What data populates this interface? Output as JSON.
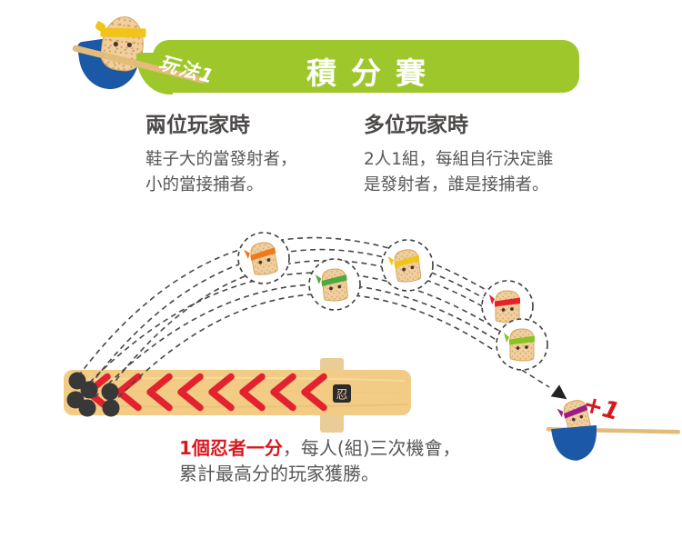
{
  "colors": {
    "banner_green": "#9EC72C",
    "bowl_blue": "#1B58A5",
    "chevron_red": "#E32230",
    "accent_red": "#D7181E",
    "wood": "#F2CB84",
    "wood_tab": "#EACD96",
    "stick_tan": "#E2BC79",
    "heading_gray": "#4C4948",
    "body_gray": "#595757",
    "headband_yellow": "#F0C419",
    "headband_orange": "#EE7A1F",
    "headband_green": "#4FA93C",
    "headband_bright_green": "#86C51F",
    "headband_red": "#E62129",
    "headband_purple": "#9C1C86"
  },
  "header": {
    "method_label": "玩法1",
    "title": "積分賽"
  },
  "sections": {
    "two_players": {
      "heading": "兩位玩家時",
      "body": "鞋子大的當發射者，\n小的當接捕者。"
    },
    "multi_players": {
      "heading": "多位玩家時",
      "body": "2人1組，每組自行決定誰\n是發射者，誰是接捕者。"
    }
  },
  "diagram": {
    "stamp_glyph": "忍",
    "score_label": "+1"
  },
  "footer": {
    "rule_highlight": "1個忍者一分",
    "rule_rest": "，每人(組)三次機會，",
    "rule_line2": "累計最高分的玩家獲勝。"
  }
}
